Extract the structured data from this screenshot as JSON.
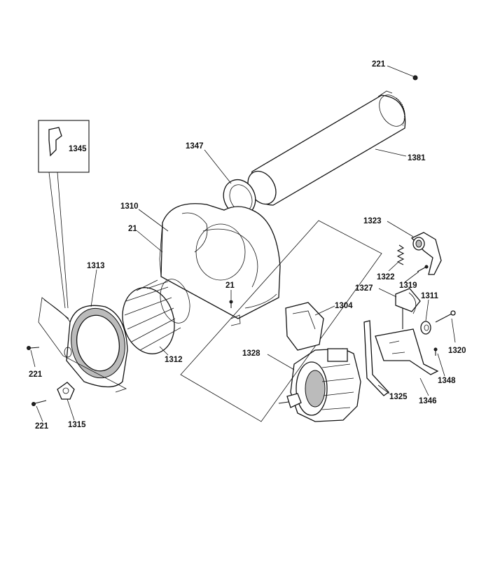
{
  "diagram": {
    "callouts": [
      {
        "id": "221-top",
        "label": "221"
      },
      {
        "id": "1381",
        "label": "1381"
      },
      {
        "id": "1347",
        "label": "1347"
      },
      {
        "id": "1345",
        "label": "1345"
      },
      {
        "id": "1310",
        "label": "1310"
      },
      {
        "id": "21-left",
        "label": "21"
      },
      {
        "id": "21-right",
        "label": "21"
      },
      {
        "id": "1313",
        "label": "1313"
      },
      {
        "id": "1312",
        "label": "1312"
      },
      {
        "id": "221-left",
        "label": "221"
      },
      {
        "id": "221-bottom",
        "label": "221"
      },
      {
        "id": "1315",
        "label": "1315"
      },
      {
        "id": "1323",
        "label": "1323"
      },
      {
        "id": "1322",
        "label": "1322"
      },
      {
        "id": "1319",
        "label": "1319"
      },
      {
        "id": "1327",
        "label": "1327"
      },
      {
        "id": "1311",
        "label": "1311"
      },
      {
        "id": "1304",
        "label": "1304"
      },
      {
        "id": "1320",
        "label": "1320"
      },
      {
        "id": "1328",
        "label": "1328"
      },
      {
        "id": "1348",
        "label": "1348"
      },
      {
        "id": "1325",
        "label": "1325"
      },
      {
        "id": "1346",
        "label": "1346"
      }
    ]
  }
}
